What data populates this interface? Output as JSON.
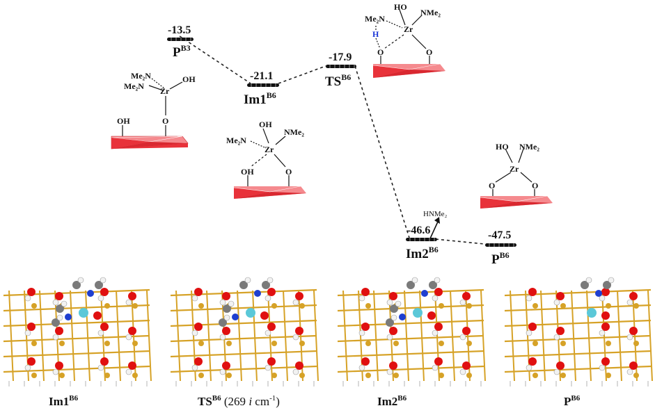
{
  "levels": {
    "pb3": {
      "value": "-13.5",
      "label": "P",
      "sup": "B3"
    },
    "im1": {
      "value": "-21.1",
      "label": "Im1",
      "sup": "B6"
    },
    "ts": {
      "value": "-17.9",
      "label": "TS",
      "sup": "B6"
    },
    "im2": {
      "value": "-46.6",
      "label": "Im2",
      "sup": "B6"
    },
    "pb6": {
      "value": "-47.5",
      "label": "P",
      "sup": "B6"
    }
  },
  "struct_pb3": {
    "nme2_a": "Me₂N",
    "nme2_b": "Me₂N",
    "oh": "OH",
    "zr": "Zr",
    "o": "O",
    "surface_oh": "OH"
  },
  "struct_im1": {
    "me2n": "Me₂N",
    "oh": "OH",
    "nme2": "NMe₂",
    "zr": "Zr",
    "surface_oh": "OH",
    "o": "O"
  },
  "struct_ts": {
    "ho": "HO",
    "nme2": "NMe₂",
    "me2n": "Me₂N",
    "zr": "Zr",
    "h": "H",
    "o_left": "O",
    "o_right": "O"
  },
  "struct_pb6": {
    "ho": "HO",
    "nme2": "NMe₂",
    "zr": "Zr",
    "o_left": "O",
    "o_right": "O"
  },
  "released": "HNMe₂",
  "captions": {
    "im1": {
      "main": "Im1",
      "sup": "B6"
    },
    "ts": {
      "main": "TS",
      "sup": "B6",
      "extra_pre": " (269 ",
      "extra_i": "i",
      "extra_post": " cm",
      "extra_sup": "-1",
      "extra_end": ")"
    },
    "im2": {
      "main": "Im2",
      "sup": "B6"
    },
    "pb6": {
      "main": "P",
      "sup": "B6"
    }
  },
  "colors": {
    "surface": "#e8323a",
    "surface_light": "#f58a8e",
    "slab": "#d6a227",
    "oxygen": "#e01010",
    "hydrogen": "#f2f2f2",
    "zr": "#5bc8d8",
    "nitrogen": "#1f3fd0",
    "carbon": "#7a7a7a",
    "h_highlight": "#1a35d6"
  }
}
